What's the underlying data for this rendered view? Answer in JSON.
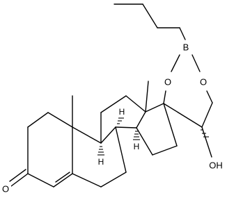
{
  "atoms": {
    "boron": "B",
    "oxygen_ring_left": "O",
    "oxygen_ring_right": "O",
    "hydroxyl": "OH",
    "ketone_oxygen": "O",
    "h_c9": "H",
    "h_c8": "H",
    "h_c14": "H"
  },
  "colors": {
    "bond": "#000000",
    "background": "#ffffff"
  }
}
